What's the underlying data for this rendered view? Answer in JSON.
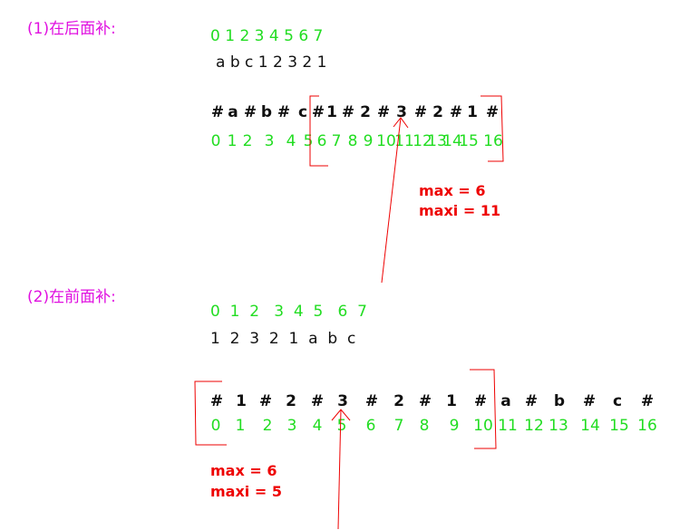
{
  "colors": {
    "heading": "#e010e0",
    "index": "#22dd22",
    "text": "#111111",
    "annotation": "#ee0000"
  },
  "section1": {
    "title": "(1)在后面补:",
    "indices": "0 1 2 3 4 5 6 7",
    "string": "a b c 1 2 3 2 1",
    "expanded_chars": [
      "#",
      "a",
      "#",
      "b",
      "#",
      "c",
      "#",
      "1",
      "#",
      "2",
      "#",
      "3",
      "#",
      "2",
      "#",
      "1",
      "#"
    ],
    "expanded_indices": [
      "0",
      "1",
      "2",
      "3",
      "4",
      "5",
      "6",
      "7",
      "8",
      "9",
      "10",
      "11",
      "12",
      "13",
      "14",
      "15",
      "16"
    ],
    "max_label": "max = 6",
    "maxi_label": "maxi = 11"
  },
  "section2": {
    "title": "(2)在前面补:",
    "indices": "0  1  2   3  4  5   6  7",
    "string": "1  2  3  2  1  a  b  c",
    "expanded_chars": [
      "#",
      "1",
      "#",
      "2",
      "#",
      "3",
      "#",
      "2",
      "#",
      "1",
      "#",
      "a",
      "#",
      "b",
      "#",
      "c",
      "#"
    ],
    "expanded_indices": [
      "0",
      "1",
      "2",
      "3",
      "4",
      "5",
      "6",
      "7",
      "8",
      "9",
      "10",
      "11",
      "12",
      "13",
      "14",
      "15",
      "16"
    ],
    "max_label": "max = 6",
    "maxi_label": "maxi = 5"
  }
}
